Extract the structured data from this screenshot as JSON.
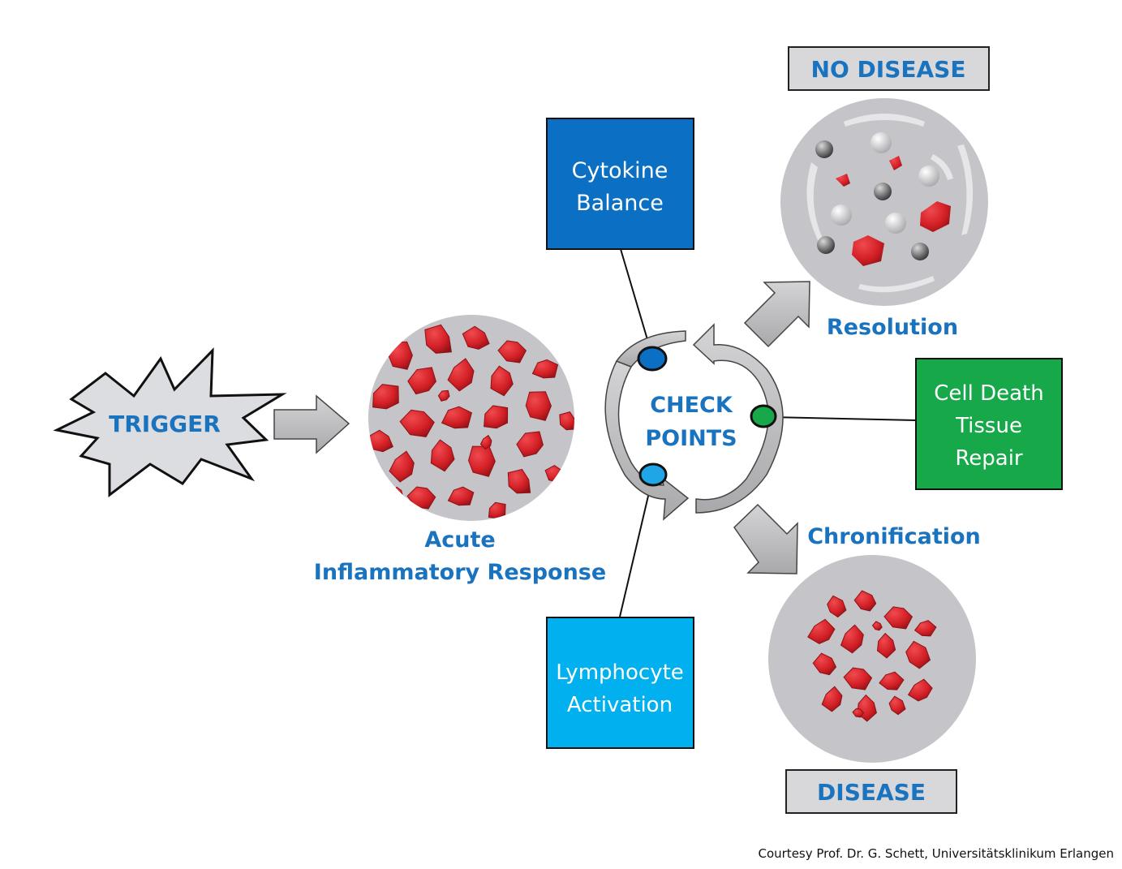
{
  "trigger": {
    "label": "TRIGGER"
  },
  "acute": {
    "line1": "Acute",
    "line2": "Inflammatory Response"
  },
  "checkpoints": {
    "line1": "CHECK",
    "line2": "POINTS"
  },
  "boxes": {
    "cytokine": {
      "line1": "Cytokine",
      "line2": "Balance",
      "color": "#0b6fc3"
    },
    "lymphocyte": {
      "line1": "Lymphocyte",
      "line2": "Activation",
      "color": "#00b0ef"
    },
    "celldeath": {
      "line1": "Cell Death",
      "line2": "Tissue",
      "line3": "Repair",
      "color": "#17a84a"
    }
  },
  "no_disease": {
    "label": "NO DISEASE"
  },
  "resolution": {
    "label": "Resolution"
  },
  "chronification": {
    "label": "Chronification"
  },
  "disease": {
    "label": "DISEASE"
  },
  "credit": "Courtesy Prof. Dr. G. Schett, Universitätsklinikum Erlangen",
  "colors": {
    "label_blue": "#1a73be",
    "cell_red": "#d32026",
    "tissue_gray": "#c5c5c9",
    "arrow_gray": "#b9b9bb"
  }
}
